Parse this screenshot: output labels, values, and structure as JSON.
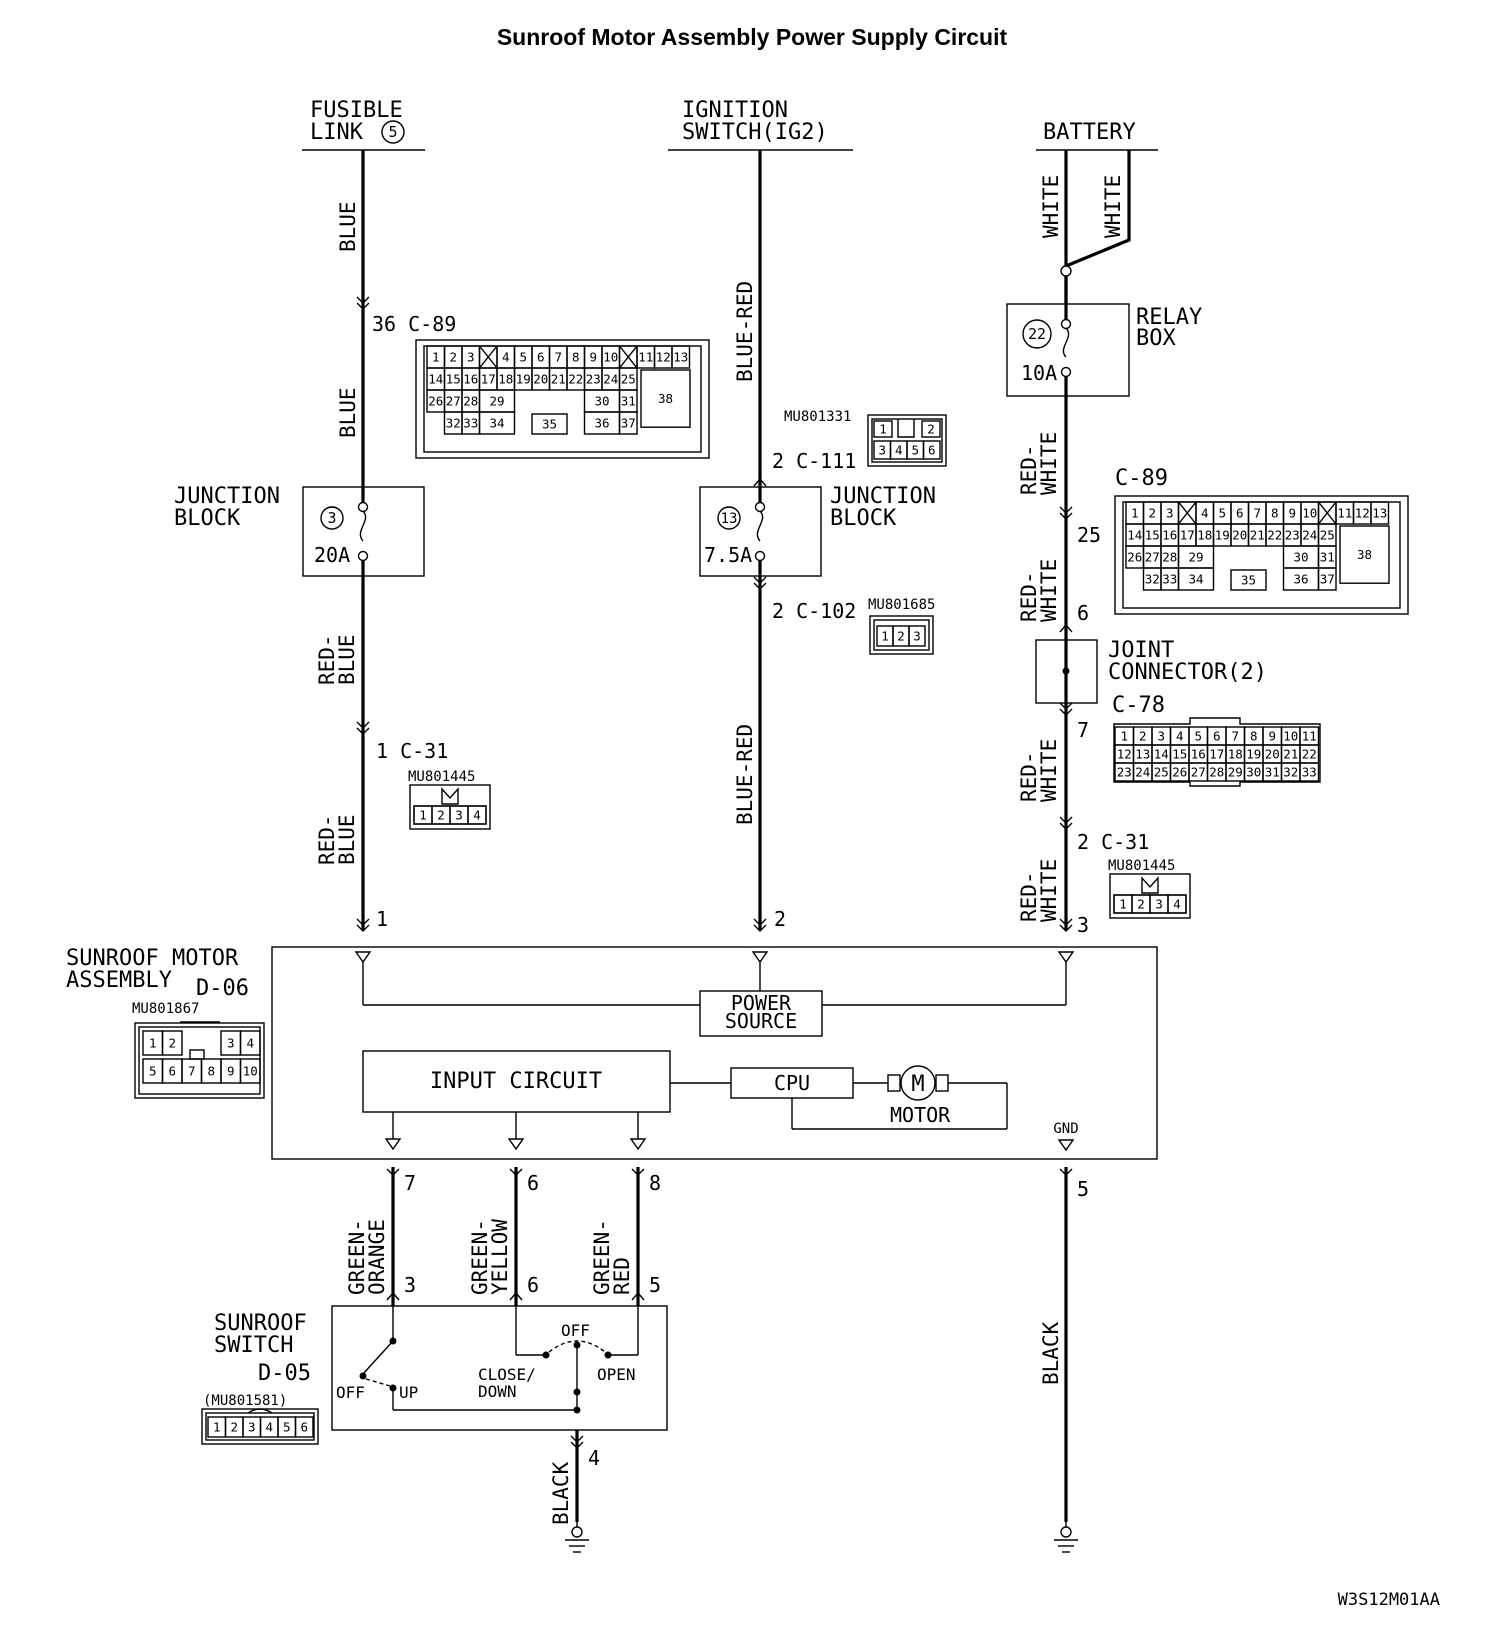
{
  "title": "Sunroof Motor Assembly Power Supply Circuit",
  "doc_code": "W3S12M01AA",
  "sources": {
    "fusible_link": [
      "FUSIBLE",
      "LINK"
    ],
    "fusible_link_num": "5",
    "ignition_switch": [
      "IGNITION",
      "SWITCH(IG2)"
    ],
    "battery": "BATTERY"
  },
  "relay_box": {
    "label": [
      "RELAY",
      "BOX"
    ],
    "fuse_num": "22",
    "rating": "10A"
  },
  "junction_block_left": {
    "label": [
      "JUNCTION",
      "BLOCK"
    ],
    "fuse_num": "3",
    "rating": "20A"
  },
  "junction_block_mid": {
    "label": [
      "JUNCTION",
      "BLOCK"
    ],
    "fuse_num": "13",
    "rating": "7.5A"
  },
  "joint_connector": [
    "JOINT",
    "CONNECTOR(2)"
  ],
  "wire_colors": {
    "blue": "BLUE",
    "red_blue": [
      "RED-",
      "BLUE"
    ],
    "blue_red": "BLUE-RED",
    "white": "WHITE",
    "red_white": [
      "RED-",
      "WHITE"
    ],
    "green_orange": [
      "GREEN-",
      "ORANGE"
    ],
    "green_yellow": [
      "GREEN-",
      "YELLOW"
    ],
    "green_red": [
      "GREEN-",
      "RED"
    ],
    "black": "BLACK"
  },
  "connector_refs": {
    "c89_left": "36 C-89",
    "c111": "2 C-111",
    "c102": "2 C-102",
    "c31_left": "1 C-31",
    "c89_right": "C-89",
    "c89_right_pin": "25",
    "joint_in_pin": "6",
    "joint_out_pin": "7",
    "c78": "C-78",
    "c31_right": "2 C-31"
  },
  "part_numbers": {
    "mu801331": "MU801331",
    "mu801685": "MU801685",
    "mu801445_left": "MU801445",
    "mu801445_right": "MU801445",
    "mu801867": "MU801867",
    "mu801581": "(MU801581)"
  },
  "connector_pins": {
    "c89_row1": [
      "1",
      "2",
      "3",
      "4",
      "5",
      "6",
      "7",
      "8",
      "9",
      "10",
      "11",
      "12",
      "13"
    ],
    "c89_row2": [
      "14",
      "15",
      "16",
      "17",
      "18",
      "19",
      "20",
      "21",
      "22",
      "23",
      "24",
      "25"
    ],
    "c89_row3": [
      "26",
      "27",
      "28",
      "29",
      "30",
      "31"
    ],
    "c89_row4": [
      "32",
      "33",
      "34",
      "35",
      "36",
      "37"
    ],
    "c89_big": "38",
    "c111_row1": [
      "1",
      "2"
    ],
    "c111_row2": [
      "3",
      "4",
      "5",
      "6"
    ],
    "c102": [
      "1",
      "2",
      "3"
    ],
    "c31": [
      "1",
      "2",
      "3",
      "4"
    ],
    "c78_row1": [
      "1",
      "2",
      "3",
      "4",
      "5",
      "6",
      "7",
      "8",
      "9",
      "10",
      "11"
    ],
    "c78_row2": [
      "12",
      "13",
      "14",
      "15",
      "16",
      "17",
      "18",
      "19",
      "20",
      "21",
      "22"
    ],
    "c78_row3": [
      "23",
      "24",
      "25",
      "26",
      "27",
      "28",
      "29",
      "30",
      "31",
      "32",
      "33"
    ],
    "d06_row1": [
      "1",
      "2",
      "3",
      "4"
    ],
    "d06_row2": [
      "5",
      "6",
      "7",
      "8",
      "9",
      "10"
    ],
    "d05": [
      "1",
      "2",
      "3",
      "4",
      "5",
      "6"
    ]
  },
  "motor_assembly": {
    "name": [
      "SUNROOF MOTOR",
      "ASSEMBLY"
    ],
    "code": "D-06",
    "power_source": [
      "POWER",
      "SOURCE"
    ],
    "input_circuit": "INPUT CIRCUIT",
    "cpu": "CPU",
    "motor": "MOTOR",
    "motor_symbol": "M",
    "gnd": "GND",
    "pins_top": [
      "1",
      "2",
      "3"
    ],
    "pins_bottom": [
      "7",
      "6",
      "8",
      "5"
    ]
  },
  "switch": {
    "name": [
      "SUNROOF",
      "SWITCH"
    ],
    "code": "D-05",
    "pins_top": [
      "3",
      "6",
      "5"
    ],
    "pin_ground": "4",
    "off_left": "OFF",
    "up": "UP",
    "off_right": "OFF",
    "close_down": [
      "CLOSE/",
      "DOWN"
    ],
    "open": "OPEN"
  }
}
